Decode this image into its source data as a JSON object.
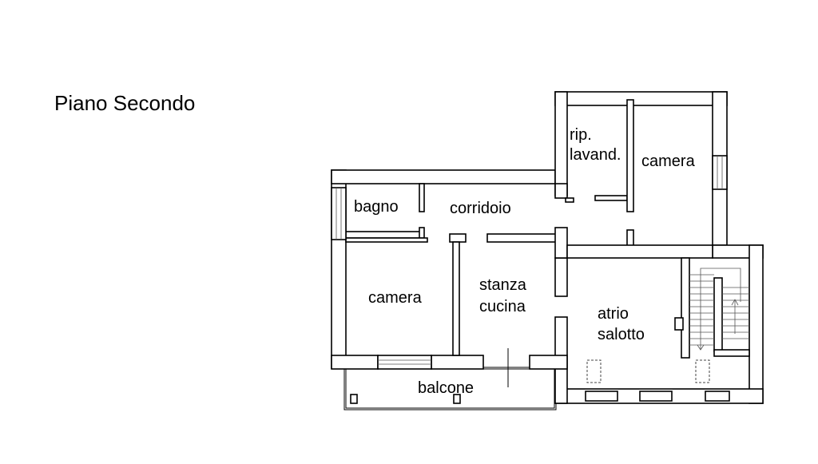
{
  "title": "Piano Secondo",
  "rooms": {
    "bagno": "bagno",
    "corridoio": "corridoio",
    "rip": "rip.",
    "lavand": "lavand.",
    "camera_north": "camera",
    "camera_west": "camera",
    "stanza": "stanza",
    "cucina": "cucina",
    "atrio": "atrio",
    "salotto": "salotto",
    "balcone": "balcone"
  }
}
